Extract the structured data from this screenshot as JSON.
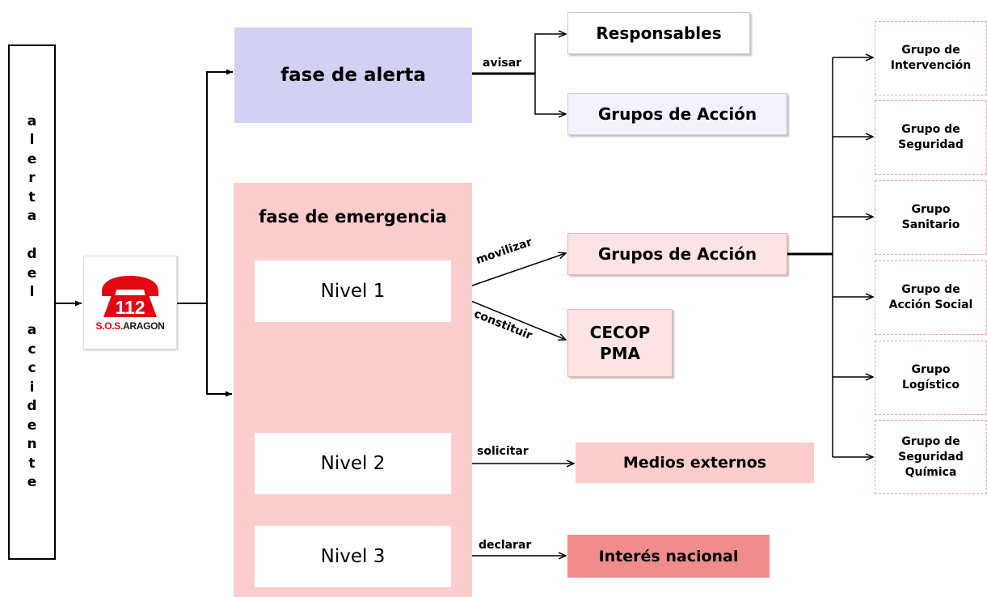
{
  "side_label": [
    "a",
    "l",
    "e",
    "r",
    "t",
    "a",
    " ",
    "d",
    "e",
    "l",
    " ",
    "a",
    "c",
    "c",
    "i",
    "d",
    "e",
    "n",
    "t",
    "e"
  ],
  "logo": {
    "number": "112",
    "text_sos": "S.O.S.",
    "text_aragon": "ARAGON",
    "brand_color": "#e30613"
  },
  "alerta": {
    "title": "fase de alerta",
    "color": "#d1d1f3"
  },
  "emergencia": {
    "title": "fase de emergencia",
    "color": "#fdcdcd"
  },
  "niveles": {
    "n1": "Nivel 1",
    "n2": "Nivel 2",
    "n3": "Nivel 3"
  },
  "edge_labels": {
    "avisar": "avisar",
    "movilizar": "movilizar",
    "constituir": "constituir",
    "solicitar": "solicitar",
    "declarar": "declarar"
  },
  "targets": {
    "responsables": "Responsables",
    "grupos_accion_alerta": "Grupos de Acción",
    "grupos_accion_emergencia": "Grupos de Acción",
    "cecop": "CECOP",
    "pma": "PMA",
    "medios_externos": "Medios externos",
    "interes_nacional": "Interés nacional"
  },
  "grupos": [
    {
      "line1": "Grupo de",
      "line2": "Intervención",
      "line3": ""
    },
    {
      "line1": "Grupo de",
      "line2": "Seguridad",
      "line3": ""
    },
    {
      "line1": "Grupo",
      "line2": "Sanitario",
      "line3": ""
    },
    {
      "line1": "Grupo de",
      "line2": "Acción Social",
      "line3": ""
    },
    {
      "line1": "Grupo",
      "line2": "Logístico",
      "line3": ""
    },
    {
      "line1": "Grupo de",
      "line2": "Seguridad",
      "line3": "Química"
    }
  ]
}
